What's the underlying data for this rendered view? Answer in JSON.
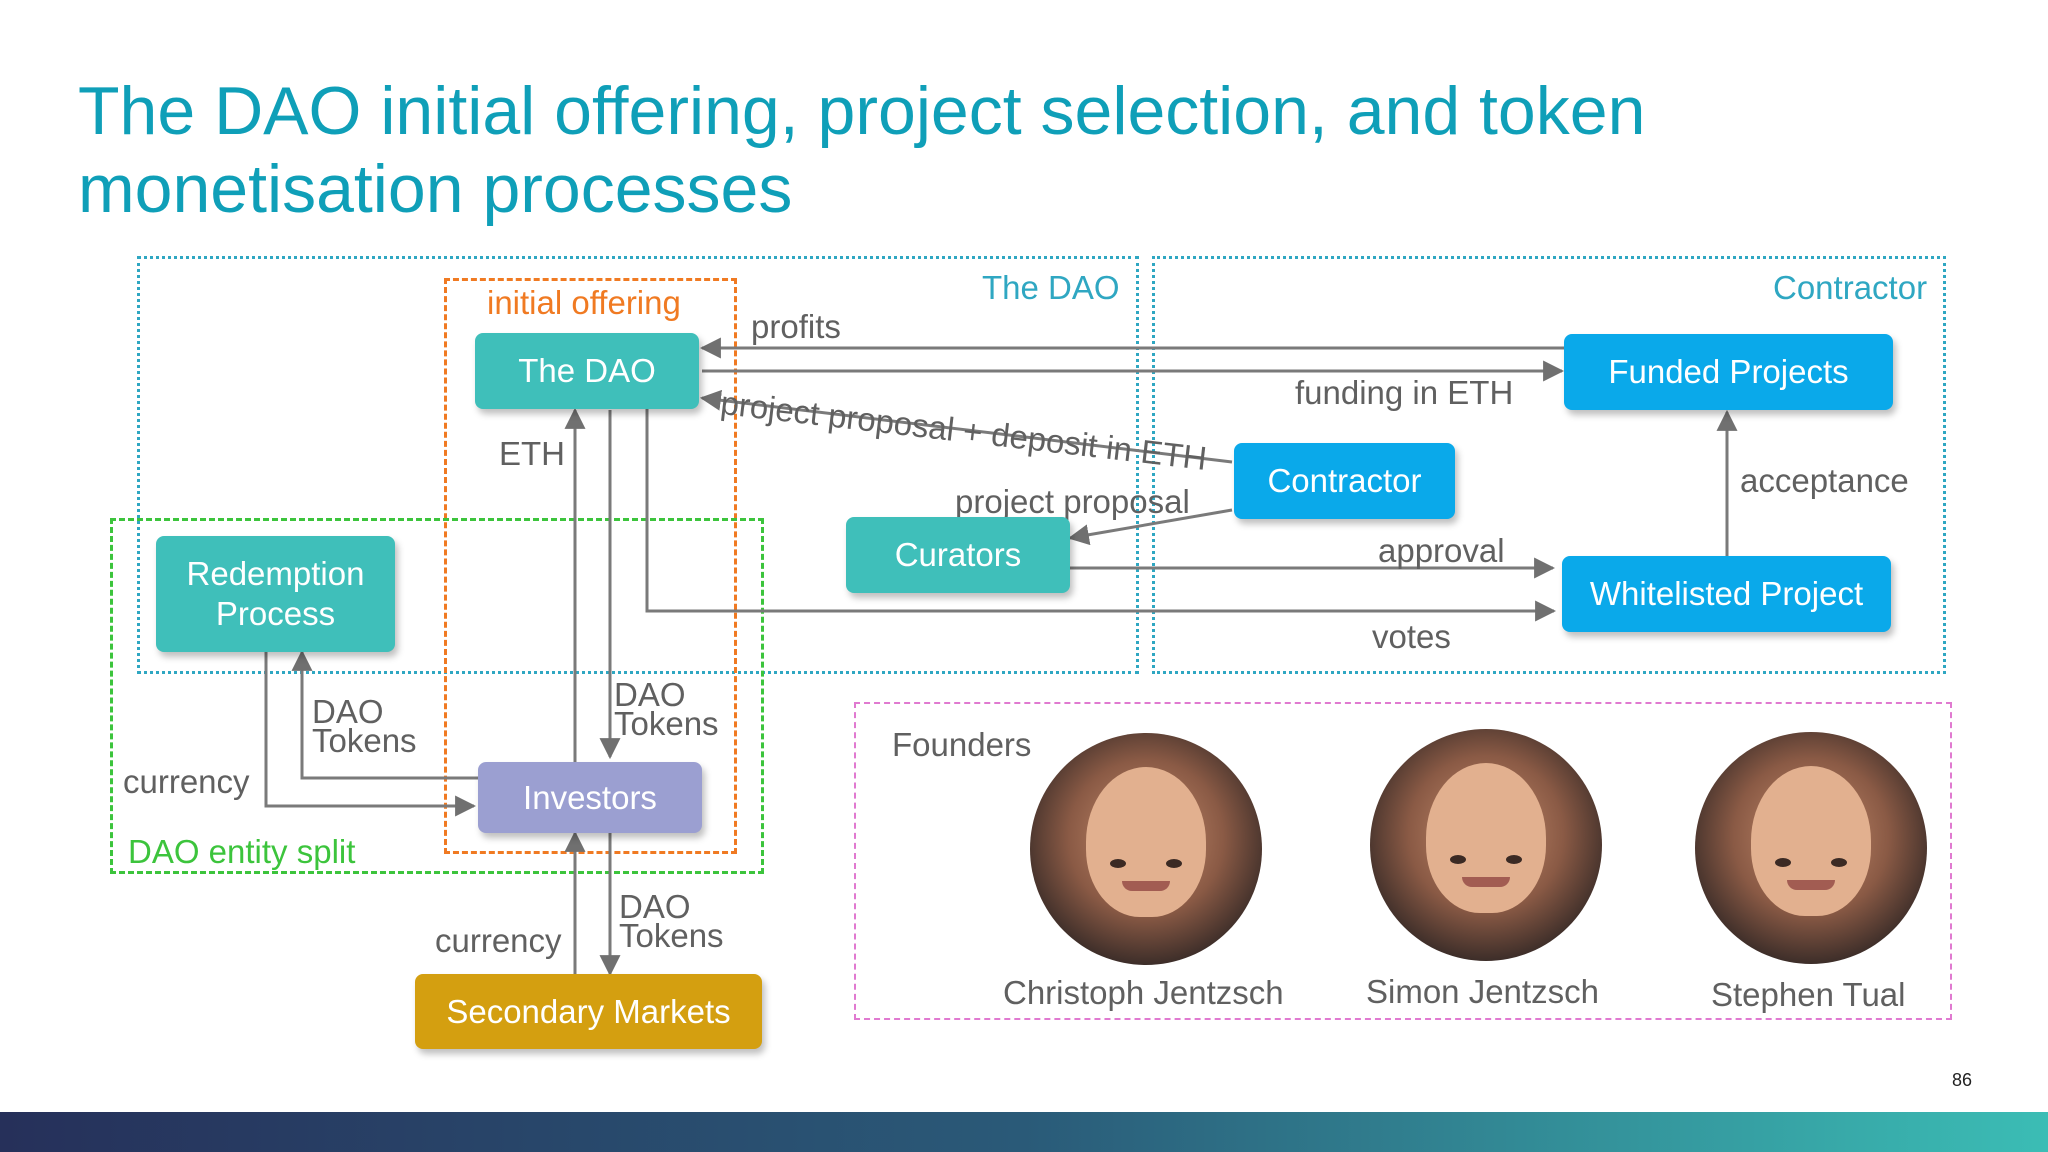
{
  "slide": {
    "title_line1": "The DAO initial offering, project selection, and token",
    "title_line2": "monetisation processes",
    "page_number": "86"
  },
  "regions": {
    "the_dao": "The DAO",
    "contractor": "Contractor",
    "initial_offering": "initial offering",
    "entity_split": "DAO entity split",
    "founders": "Founders"
  },
  "nodes": {
    "the_dao": "The DAO",
    "funded_projects": "Funded Projects",
    "contractor": "Contractor",
    "curators": "Curators",
    "whitelisted_project": "Whitelisted Project",
    "redemption_line1": "Redemption",
    "redemption_line2": "Process",
    "investors": "Investors",
    "secondary_markets": "Secondary Markets"
  },
  "edge_labels": {
    "profits": "profits",
    "funding": "funding in ETH",
    "proposal_deposit": "project proposal + deposit in ETH",
    "project_proposal": "project proposal",
    "acceptance": "acceptance",
    "approval": "approval",
    "votes": "votes",
    "eth": "ETH",
    "dao_tokens_1_l1": "DAO",
    "dao_tokens_1_l2": "Tokens",
    "dao_tokens_2_l1": "DAO",
    "dao_tokens_2_l2": "Tokens",
    "dao_tokens_3_l1": "DAO",
    "dao_tokens_3_l2": "Tokens",
    "currency_1": "currency",
    "currency_2": "currency"
  },
  "founders": [
    {
      "name": "Christoph Jentzsch"
    },
    {
      "name": "Simon Jentzsch"
    },
    {
      "name": "Stephen Tual"
    }
  ],
  "colors": {
    "title": "#0f9fb8",
    "teal_node": "#3fbfba",
    "blue_node": "#0aa9ea",
    "investors_node": "#9b9fd1",
    "markets_node": "#d49f10",
    "initial_offering_border": "#f07a22",
    "entity_split_border": "#3cc43c",
    "dao_region_border": "#2fa7c2",
    "founders_border": "#e07ad0"
  }
}
